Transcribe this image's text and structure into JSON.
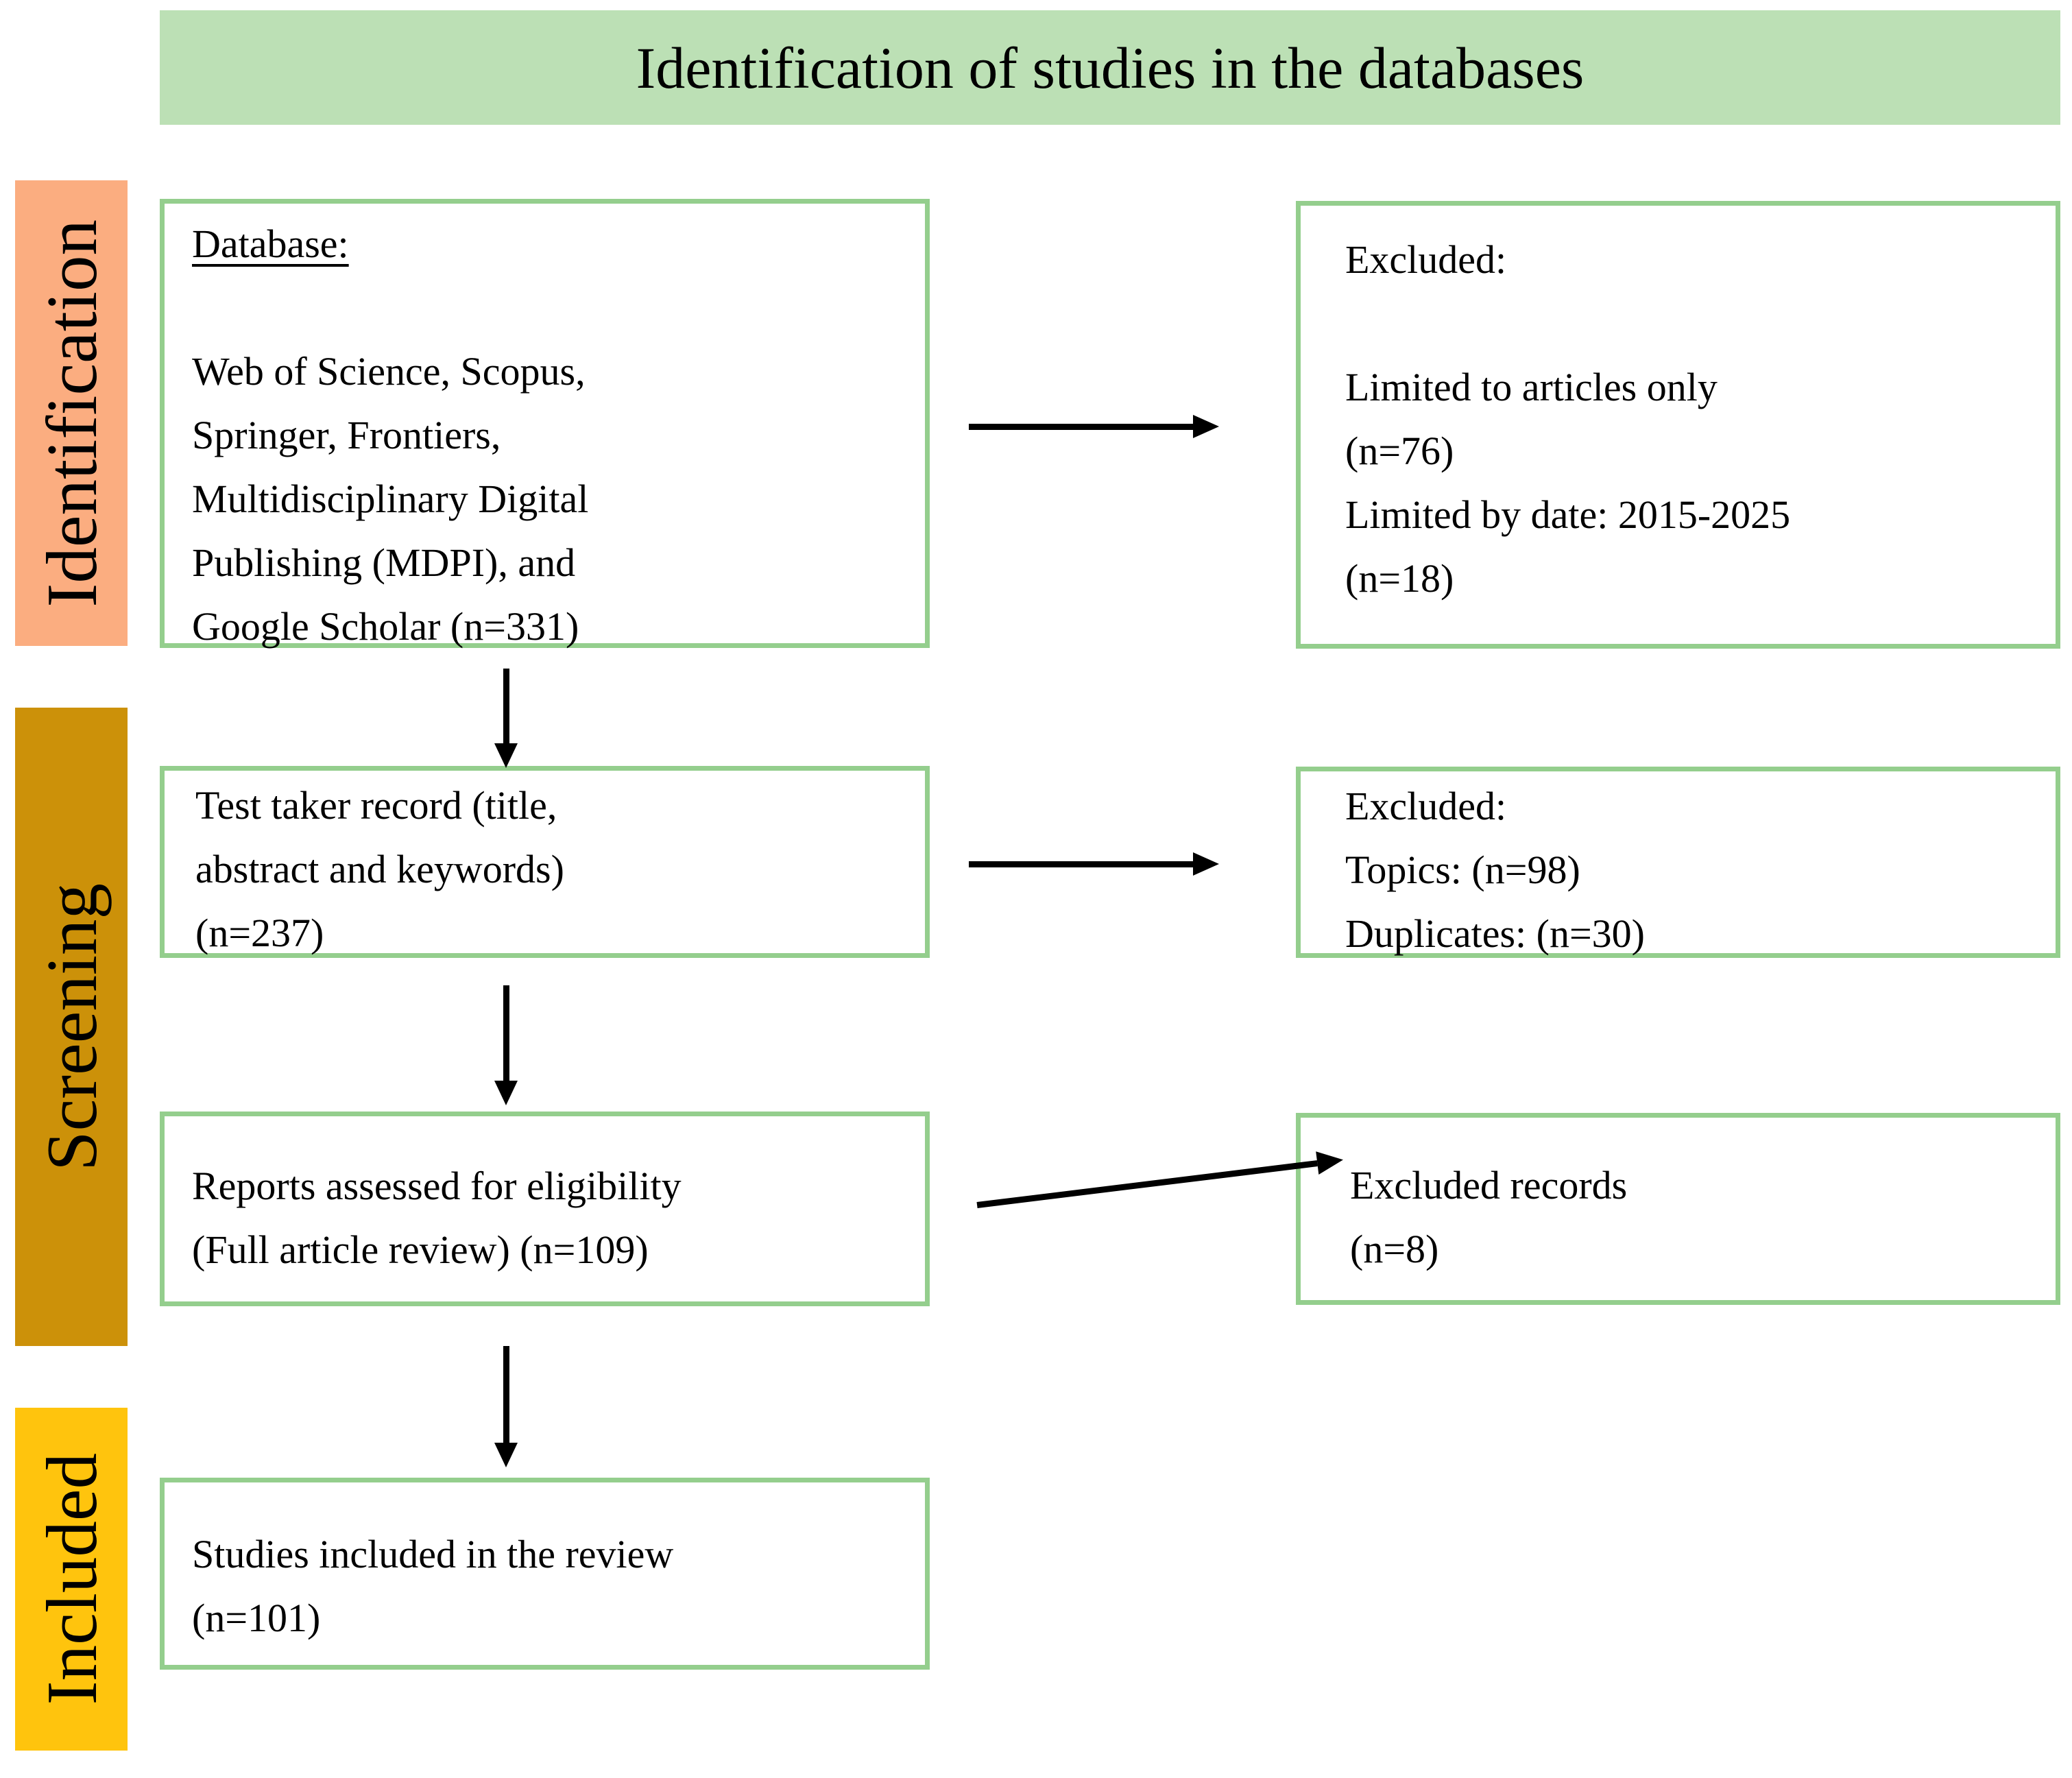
{
  "banner": {
    "title": "Identification of studies in the databases"
  },
  "stages": {
    "identification": "Identification",
    "screening": "Screening",
    "included": "Included"
  },
  "flow": {
    "database": {
      "heading": "Database:",
      "lines": [
        "Web of Science, Scopus,",
        "Springer, Frontiers,",
        "Multidisciplinary Digital",
        "Publishing (MDPI), and",
        "Google Scholar (n=331)"
      ]
    },
    "records": {
      "lines": [
        "Test taker record (title,",
        "abstract and keywords)",
        "(n=237)"
      ]
    },
    "reports": {
      "lines": [
        "Reports assessed for eligibility",
        "(Full article review) (n=109)"
      ]
    },
    "included_studies": {
      "lines": [
        "Studies included in the review",
        "(n=101)"
      ]
    }
  },
  "exclusions": {
    "identification": {
      "heading": "Excluded:",
      "lines": [
        "Limited to articles only",
        "(n=76)",
        "Limited by date: 2015-2025",
        "(n=18)"
      ]
    },
    "records": {
      "lines": [
        "Excluded:",
        "Topics: (n=98)",
        "Duplicates: (n=30)"
      ]
    },
    "reports": {
      "lines": [
        "Excluded records",
        "(n=8)"
      ]
    }
  },
  "colors": {
    "banner_bg": "#BCE0B5",
    "box_border": "#94CE8D",
    "identification_band_bg": "#FBAD80",
    "screening_band_bg": "#CC9109",
    "included_band_bg": "#FFC40D",
    "arrow": "#000000",
    "text": "#000000"
  }
}
